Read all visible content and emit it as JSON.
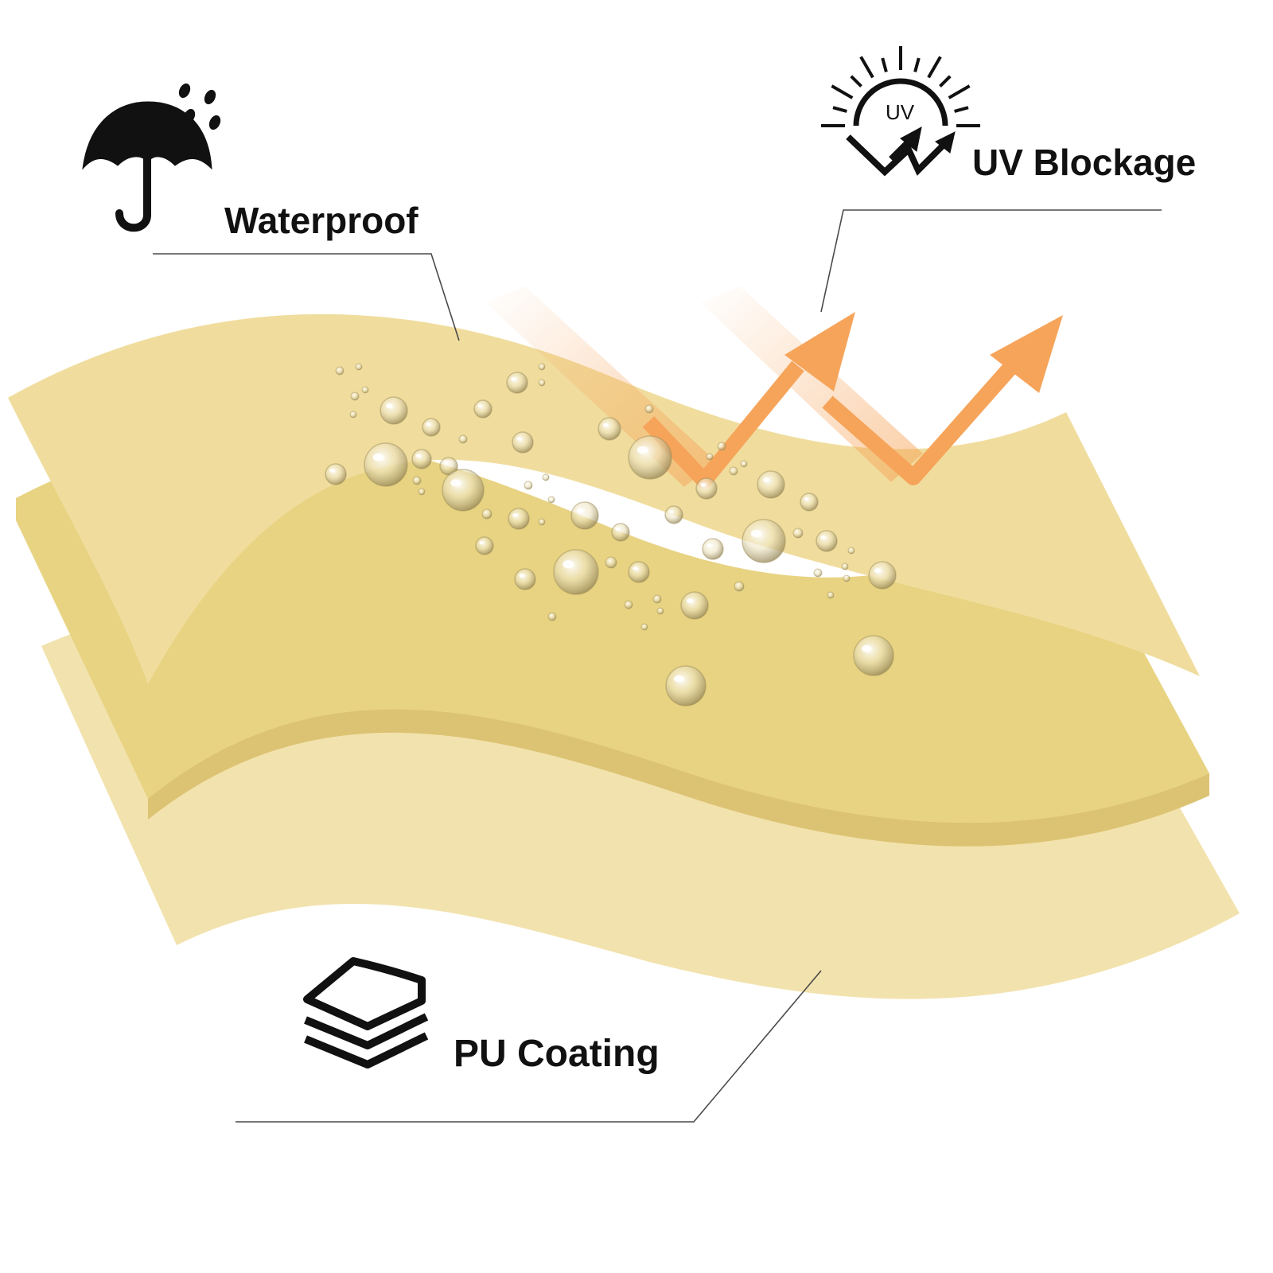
{
  "features": {
    "waterproof": {
      "label": "Waterproof",
      "icon": "umbrella-rain-icon"
    },
    "uv_blockage": {
      "label": "UV Blockage",
      "icon": "uv-sun-reflect-icon",
      "icon_text": "UV"
    },
    "pu_coating": {
      "label": "PU Coating",
      "icon": "layers-icon"
    }
  },
  "colors": {
    "fabric_top": "#f0dd9e",
    "fabric_middle": "#e8d382",
    "fabric_bottom": "#f2e2ad",
    "uv_arrow": "#f6a45a",
    "icon": "#111111"
  }
}
